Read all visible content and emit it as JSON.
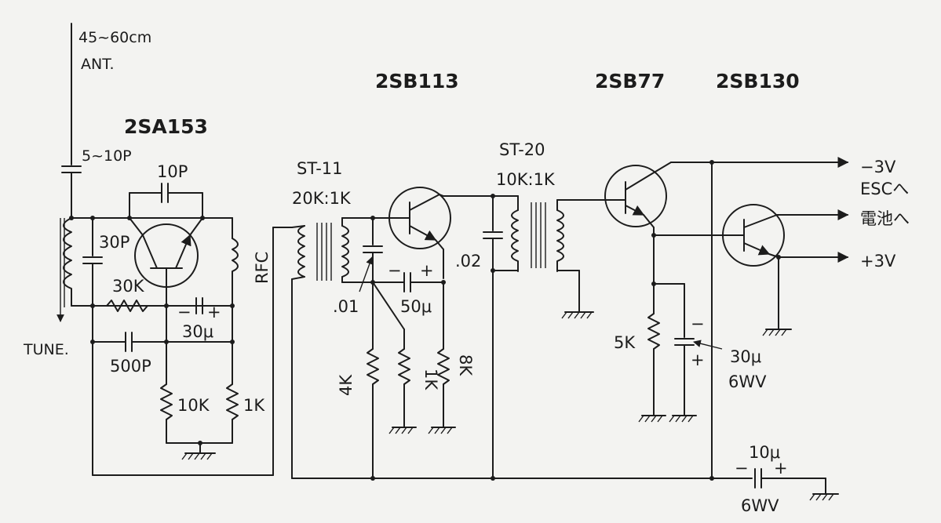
{
  "antenna": {
    "length": "45~60cm",
    "label": "ANT."
  },
  "tune_label": "TUNE.",
  "transistors": {
    "q1": "2SA153",
    "q2": "2SB113",
    "q3": "2SB77",
    "q4": "2SB130"
  },
  "transformers": {
    "st11": {
      "name": "ST-11",
      "ratio": "20K:1K"
    },
    "st20": {
      "name": "ST-20",
      "ratio": "10K:1K"
    }
  },
  "capacitors": {
    "c_ant": "5~10P",
    "c_fb": "10P",
    "c_tune": "30P",
    "c_30u": "30μ",
    "c_500p": "500P",
    "c_01": ".01",
    "c_50u": "50μ",
    "c_02": ".02",
    "c_30u6": "30μ",
    "c_30u6_wv": "6WV",
    "c_10u": "10μ",
    "c_10u_wv": "6WV"
  },
  "resistors": {
    "r_30k": "30K",
    "r_10k": "10K",
    "r_1k_a": "1K",
    "r_4k": "4K",
    "r_1k_b": "1K",
    "r_8k": "8K",
    "r_5k": "5K"
  },
  "inductors": {
    "rfc": "RFC"
  },
  "polarity": {
    "plus": "+",
    "minus": "−"
  },
  "outputs": {
    "neg3v": "−3V",
    "esc": "ESCへ",
    "battery": "電池へ",
    "pos3v": "+3V"
  }
}
